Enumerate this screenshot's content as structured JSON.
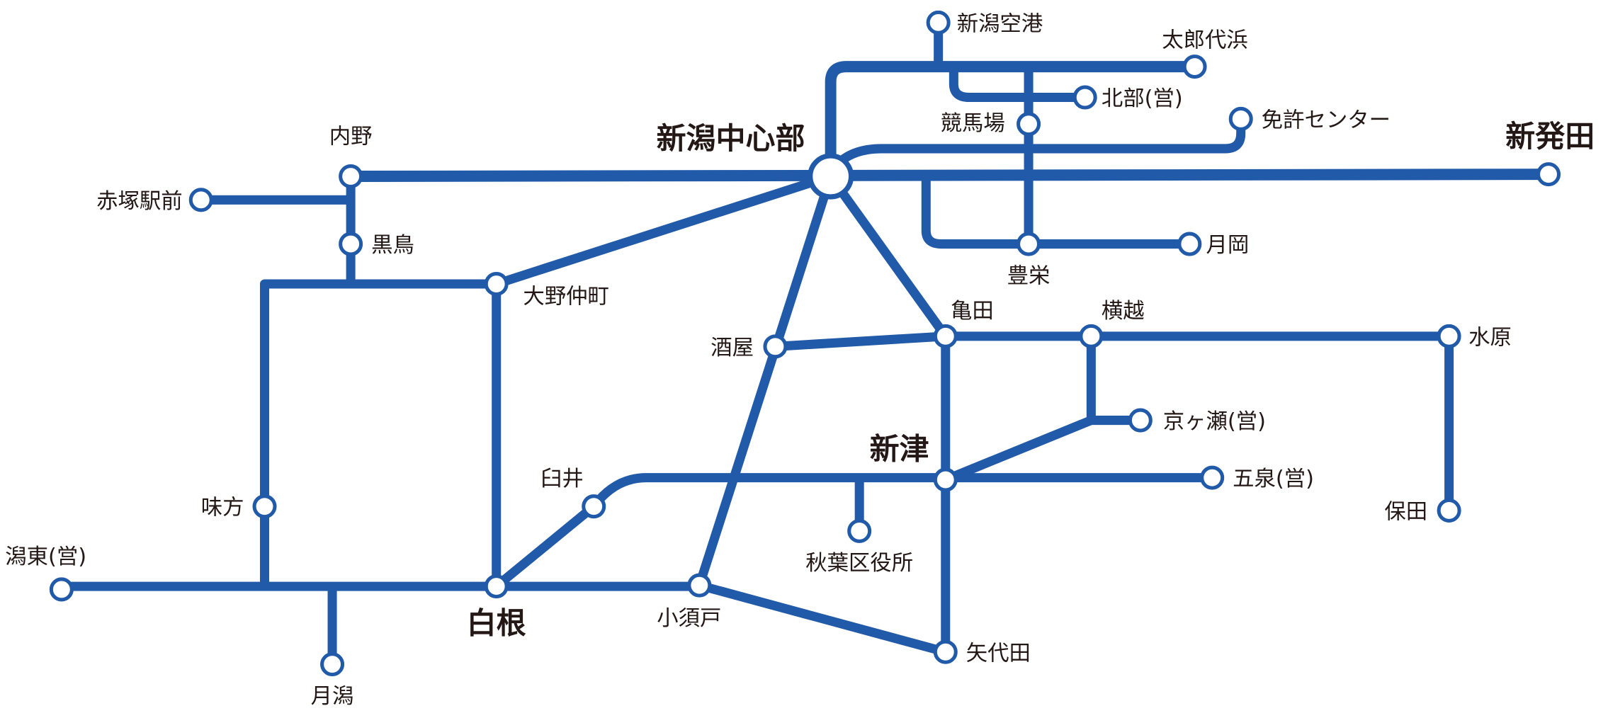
{
  "line_color": "#215aa8",
  "stations": {
    "center": "新潟中心部",
    "airport": "新潟空港",
    "tarodaihama": "太郎代浜",
    "hokubu": "北部(営)",
    "keibajo": "競馬場",
    "menkyo": "免許センター",
    "shibata": "新発田",
    "toyosaka": "豊栄",
    "tsukioka": "月岡",
    "uchino": "内野",
    "akatsuka": "赤塚駅前",
    "kurotori": "黒鳥",
    "ono": "大野仲町",
    "ajikata": "味方",
    "kanbara": "潟東(営)",
    "tsukigata": "月潟",
    "shirone": "白根",
    "usui": "臼井",
    "kosudo": "小須戸",
    "sakaya": "酒屋",
    "kameda": "亀田",
    "yokogoshi": "横越",
    "suibara": "水原",
    "yasuda": "保田",
    "kyogase": "京ヶ瀬(営)",
    "niitsu": "新津",
    "gosen": "五泉(営)",
    "akiha": "秋葉区役所",
    "yashiroda": "矢代田"
  }
}
